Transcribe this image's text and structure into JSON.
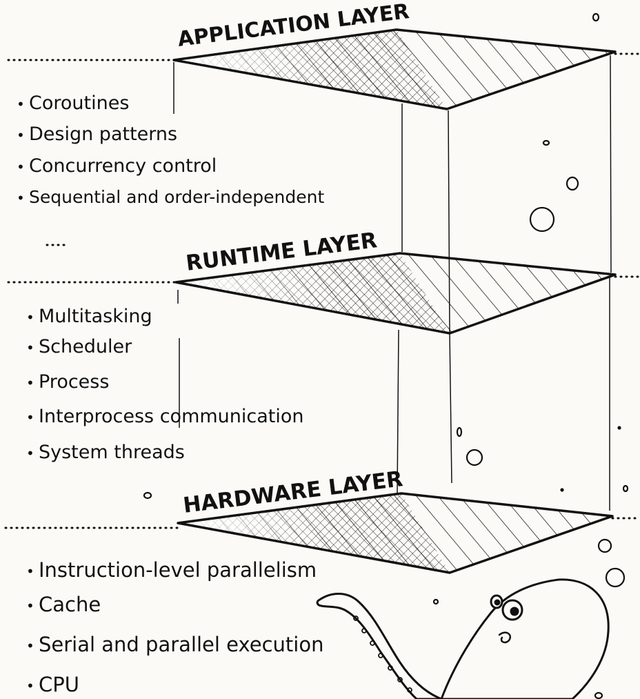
{
  "layers": [
    {
      "title": "APPLICATION LAYER",
      "items": [
        "Coroutines",
        "Design patterns",
        "Concurrency  control",
        "Sequential and order-independent"
      ]
    },
    {
      "title": "RUNTIME  LAYER",
      "items": [
        "Multitasking",
        "Scheduler",
        "Process",
        "Interprocess  communication",
        "System  threads"
      ]
    },
    {
      "title": "HARDWARE LAYER",
      "items": [
        "Instruction-level  parallelism",
        "Cache",
        "Serial and parallel execution",
        "CPU"
      ]
    }
  ],
  "colors": {
    "ink": "#111111",
    "paper": "#fbfaf6"
  }
}
